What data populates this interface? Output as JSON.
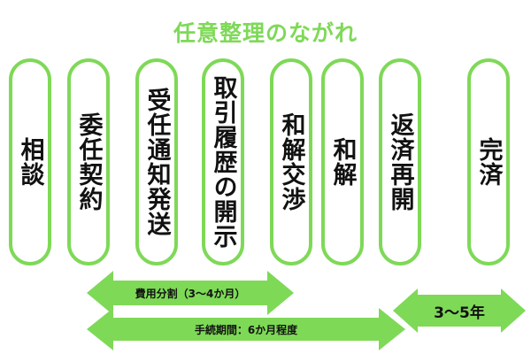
{
  "title": "任意整理のながれ",
  "steps": [
    {
      "label": "相談"
    },
    {
      "label": "委任契約"
    },
    {
      "label": "受任通知発送"
    },
    {
      "label": "取引履歴の開示"
    },
    {
      "label": "和解交渉"
    },
    {
      "label": "和解"
    },
    {
      "label": "返済再開"
    },
    {
      "label": "完済"
    }
  ],
  "arrows": {
    "fee": {
      "label": "費用分割（3〜4か月）"
    },
    "period": {
      "label": "手続期間：6か月程度"
    },
    "repay": {
      "label": "3〜5年"
    }
  },
  "colors": {
    "accent": "#7ed957",
    "text": "#111111"
  }
}
